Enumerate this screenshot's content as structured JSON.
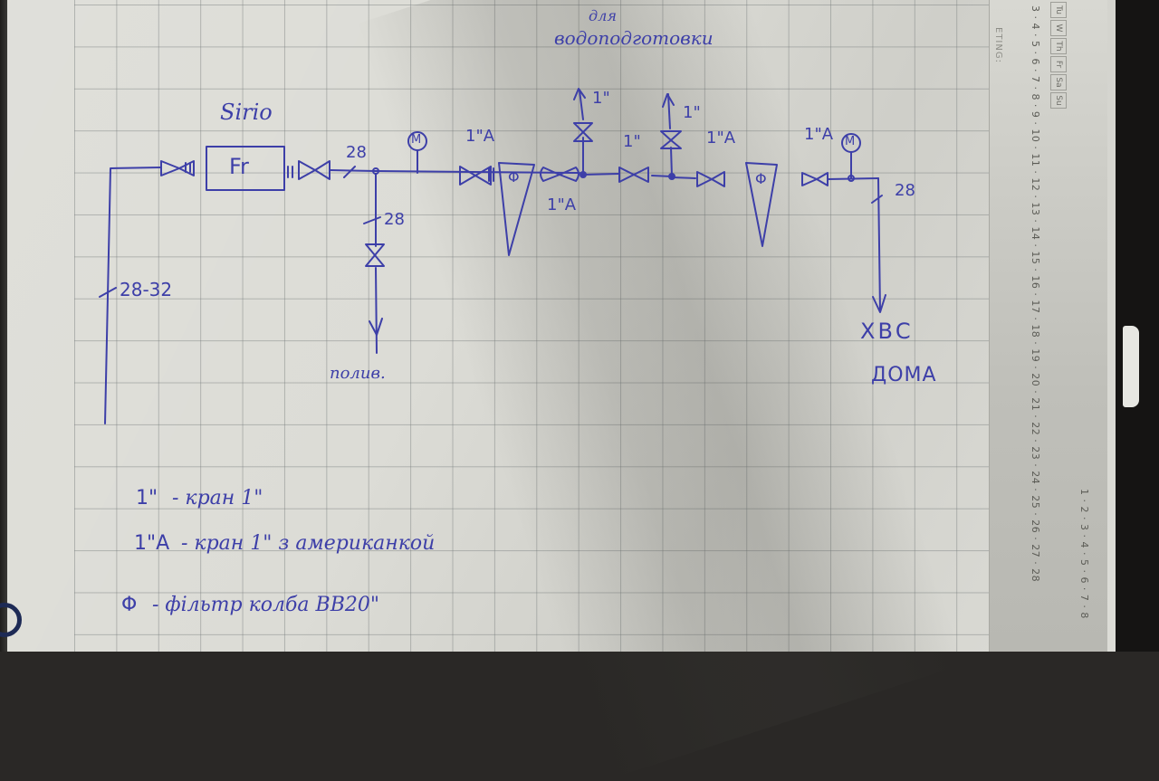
{
  "diagram": {
    "title_labels": {
      "filter_brand": "Sirio",
      "water_treatment_line1": "для",
      "water_treatment_line2": "водоподготовки"
    },
    "components": {
      "pressure_reducer": "Fr",
      "filter_symbol_1": "Φ",
      "filter_symbol_2": "Φ",
      "gauge_1": "M",
      "gauge_2": "M"
    },
    "pipe_sizes": {
      "main_inlet": "28-32",
      "after_reducer": "28",
      "irrigation_branch": "28",
      "house_outlet": "28"
    },
    "valve_labels": {
      "valve_before_filter1": "1\"A",
      "valve_after_filter1": "1\"A",
      "valve_branch_up_1": "1\"",
      "valve_inline_middle": "1\"",
      "valve_branch_up_2": "1\"",
      "valve_before_filter2": "1\"A",
      "valve_after_filter2": "1\"A"
    },
    "outlets": {
      "irrigation": "полив.",
      "house_line1": "ХВС",
      "house_line2": "ДОМА"
    },
    "legend": [
      {
        "symbol": "1\"",
        "text": "- кран 1\""
      },
      {
        "symbol": "1\"A",
        "text": "- кран 1\" з американкой"
      },
      {
        "symbol": "Φ",
        "text": "- фільтр колба BB20\""
      }
    ]
  },
  "notebook_page": {
    "label": "ETING:",
    "weekdays": [
      "Tu",
      "W",
      "Th",
      "Fr",
      "Sa",
      "Su"
    ],
    "date_row_1": "3 · 4 · 5 · 6 · 7 · 8 · 9 · 10 · 11 · 12 · 13 · 14 · 15 · 16 · 17 · 18 · 19 · 20 · 21 · 22 · 23 · 24 · 25 · 26 · 27 · 28",
    "date_row_2": "1 · 2 · 3 · 4 · 5 · 6 · 7 · 8"
  },
  "colors": {
    "ink": "#3d3fa8",
    "paper": "#dcdcd6",
    "grid": "#787d7d"
  }
}
